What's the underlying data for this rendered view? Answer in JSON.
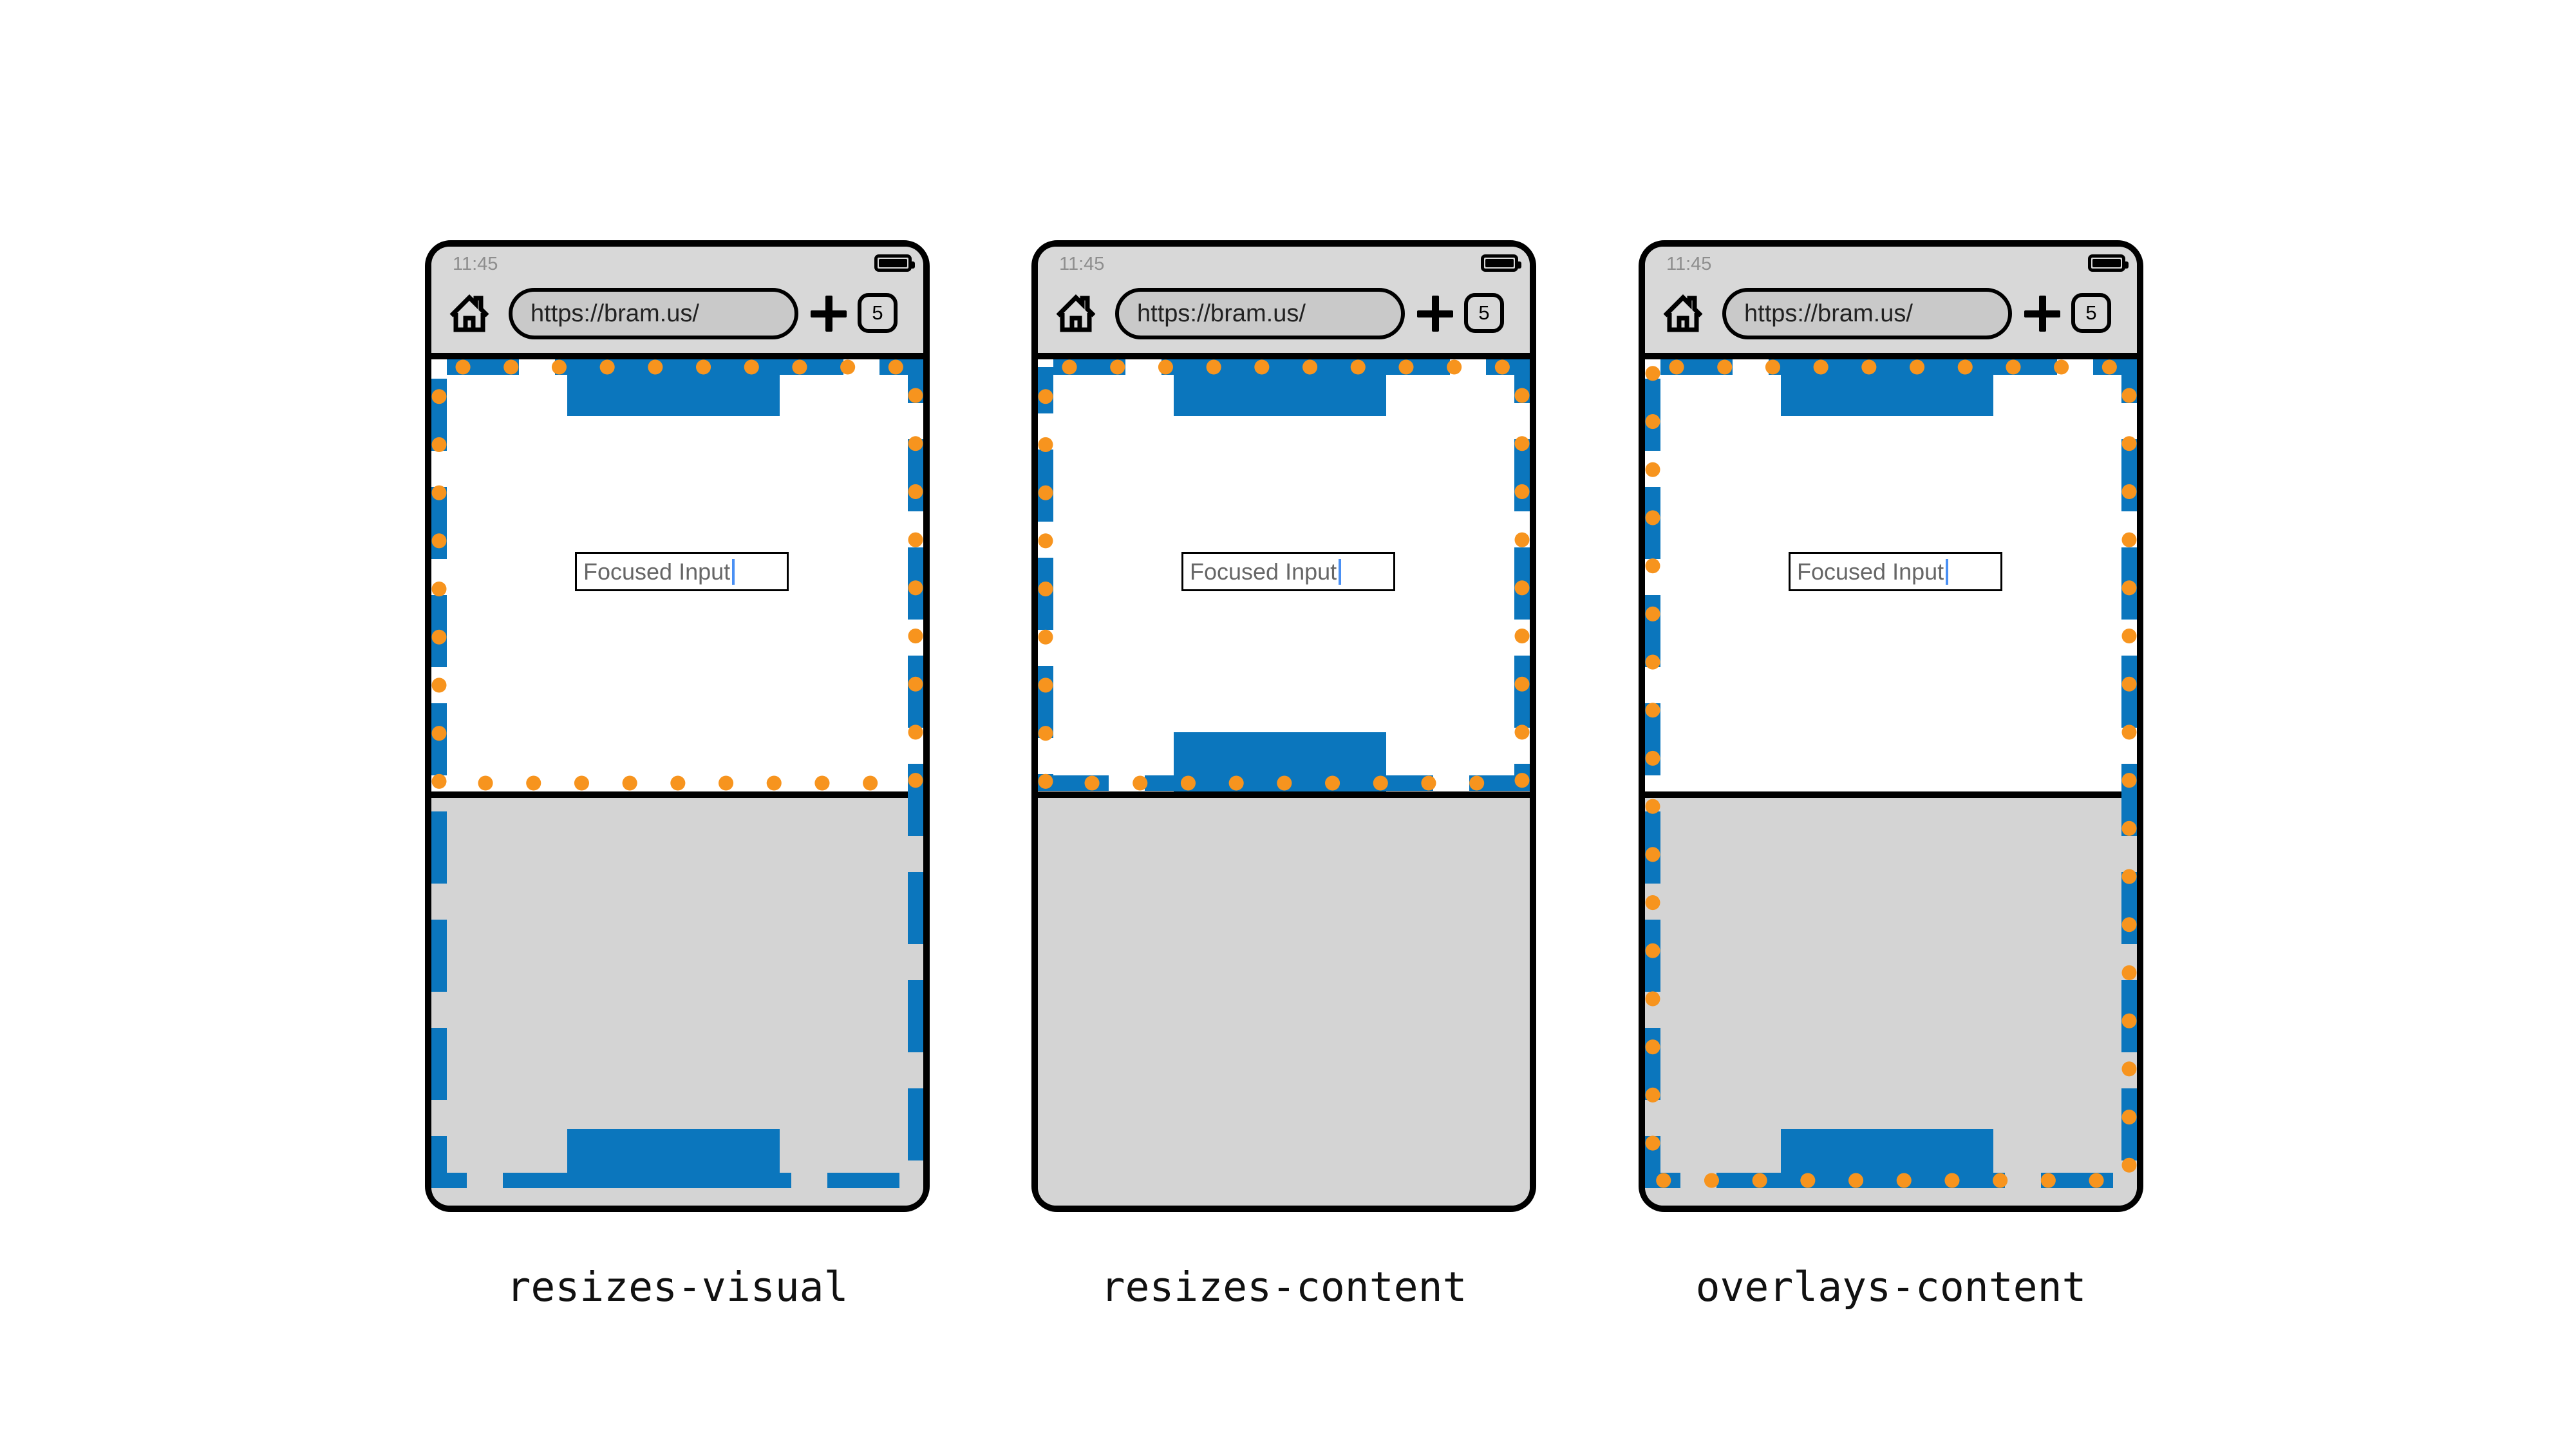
{
  "colors": {
    "blue": "#0b76bd",
    "orange": "#f7941e",
    "chrome_gray": "#d8d8d8",
    "keyboard_gray": "#d4d4d4",
    "url_pill_gray": "#c9c9c9",
    "status_text": "#8e8e8e",
    "input_text": "#666666",
    "caret_blue": "#4a90f4"
  },
  "icons": {
    "home": "home-icon",
    "battery": "battery-icon",
    "new_tab": "plus-icon",
    "tabs": "tab-counter-box"
  },
  "phones": [
    {
      "label": "resizes-visual",
      "status_time": "11:45",
      "url": "https://bram.us/",
      "tab_count": "5",
      "input_value": "Focused Input"
    },
    {
      "label": "resizes-content",
      "status_time": "11:45",
      "url": "https://bram.us/",
      "tab_count": "5",
      "input_value": "Focused Input"
    },
    {
      "label": "overlays-content",
      "status_time": "11:45",
      "url": "https://bram.us/",
      "tab_count": "5",
      "input_value": "Focused Input"
    }
  ]
}
